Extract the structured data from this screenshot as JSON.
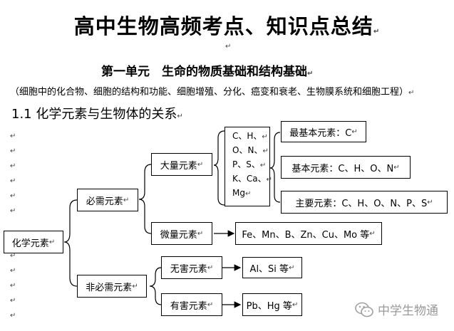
{
  "doc": {
    "title": "高中生物高频考点、知识点总结",
    "unit_title": "第一单元　生命的物质基础和结构基础",
    "subtitle": "（细胞中的化合物、细胞的结构和功能、细胞增殖、分化、癌变和衰老、生物膜系统和细胞工程）",
    "section": "1.1 化学元素与生物体的关系",
    "para_mark": "↵"
  },
  "diagram": {
    "root": "化学元素",
    "essential": "必需元素",
    "non_essential": "非必需元素",
    "macro": "大量元素",
    "micro": "微量元素",
    "harmless": "无害元素",
    "harmful": "有害元素",
    "macro_list": [
      "C、H、",
      "O、N、",
      "P、S、",
      "K、Ca、",
      "Mg"
    ],
    "most_basic": "最基本元素：C",
    "basic": "基本元素：C、H、O、N",
    "main": "主要元素：C、H、O、N、P、S",
    "micro_list": "Fe、Mn、B、Zn、Cu、Mo 等",
    "harmless_list": "Al、Si 等",
    "harmful_list": "Pb、Hg 等"
  },
  "watermark": {
    "text": "中学生物通",
    "icon": "wechat-icon"
  }
}
